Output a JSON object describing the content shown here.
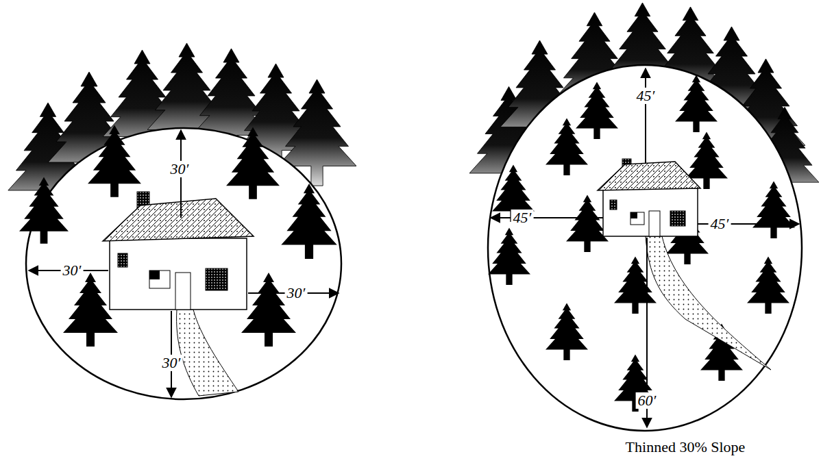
{
  "diagram": {
    "labels": [
      "30′",
      "30′",
      "30′",
      "30′",
      "45′",
      "45′",
      "45′",
      "60′",
      "Thinned 30% Slope"
    ]
  }
}
